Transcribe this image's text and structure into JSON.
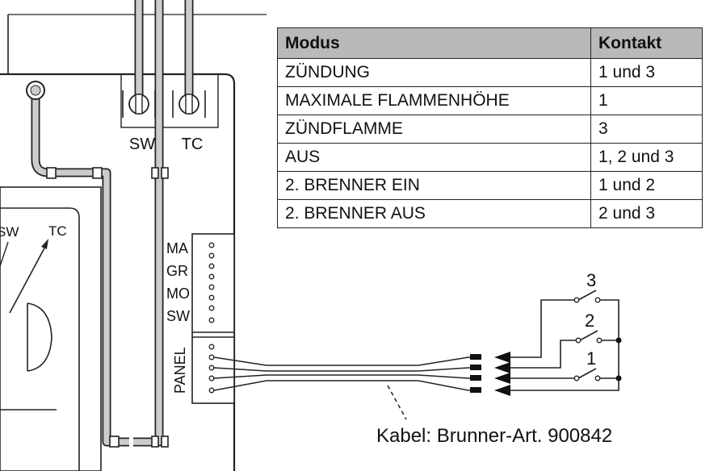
{
  "device_labels": {
    "sw_top": "SW",
    "tc_top": "TC",
    "sw_gauge": "SW",
    "tc_gauge": "TC",
    "terminal_ma": "MA",
    "terminal_gr": "GR",
    "terminal_mo": "MO",
    "terminal_sw": "SW",
    "panel": "PANEL"
  },
  "switch_labels": {
    "s3": "3",
    "s2": "2",
    "s1": "1"
  },
  "table": {
    "header": {
      "mode": "Modus",
      "contact": "Kontakt"
    },
    "rows": [
      {
        "mode": "ZÜNDUNG",
        "contact": "1 und 3"
      },
      {
        "mode": "MAXIMALE FLAMMENHÖHE",
        "contact": "1"
      },
      {
        "mode": "ZÜNDFLAMME",
        "contact": "3"
      },
      {
        "mode": "AUS",
        "contact": "1, 2 und 3"
      },
      {
        "mode": "2. BRENNER EIN",
        "contact": "1 und 2"
      },
      {
        "mode": "2. BRENNER AUS",
        "contact": "2 und 3"
      }
    ]
  },
  "cable_caption": "Kabel: Brunner-Art. 900842"
}
